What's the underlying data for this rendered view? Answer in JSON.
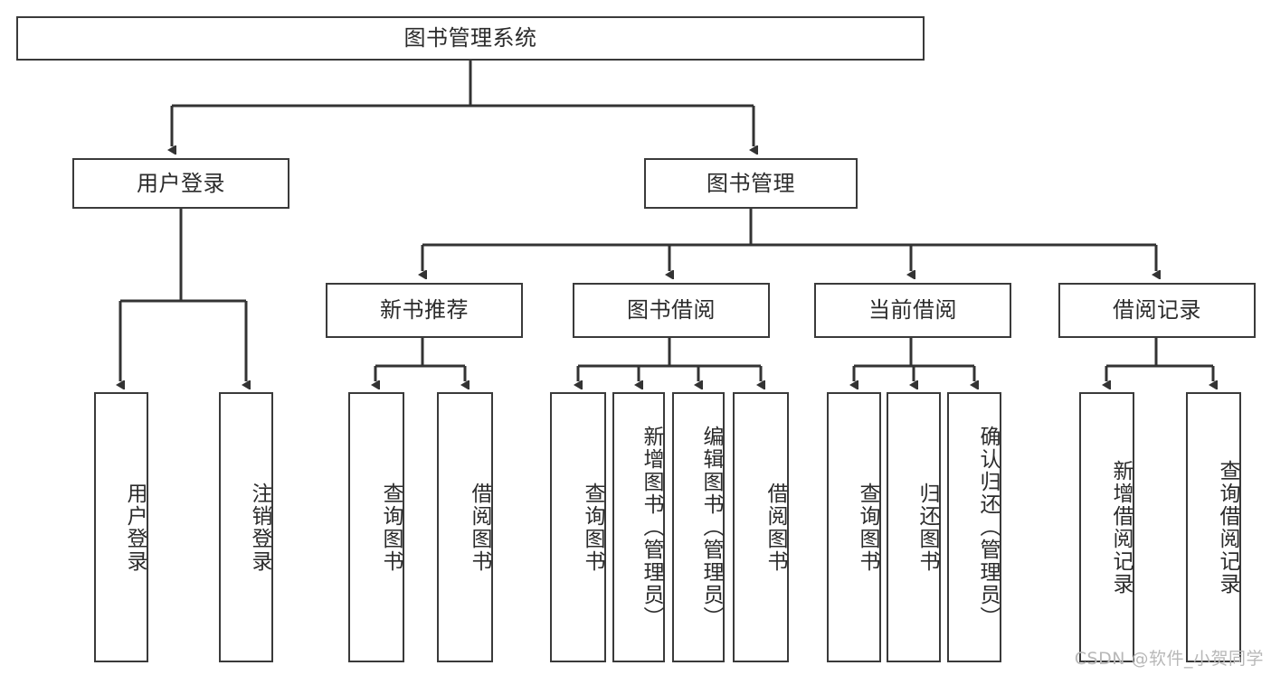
{
  "diagram": {
    "title_node": {
      "label": "图书管理系统"
    },
    "colors": {
      "background": "#ffffff",
      "box_border": "#3a3a3a",
      "box_fill": "#ffffff",
      "text": "#2b2b2b",
      "edge": "#333333",
      "watermark": "#b8b8b8"
    },
    "level2": [
      {
        "label": "用户登录"
      },
      {
        "label": "图书管理"
      }
    ],
    "level3": [
      {
        "label": "新书推荐"
      },
      {
        "label": "图书借阅"
      },
      {
        "label": "当前借阅"
      },
      {
        "label": "借阅记录"
      }
    ],
    "leaves": [
      {
        "label": "用户登录",
        "parent": "用户登录"
      },
      {
        "label": "注销登录",
        "parent": "用户登录"
      },
      {
        "label": "查询图书",
        "parent": "新书推荐"
      },
      {
        "label": "借阅图书",
        "parent": "新书推荐"
      },
      {
        "label": "查询图书",
        "parent": "图书借阅"
      },
      {
        "label": "新增图书（管理员）",
        "parent": "图书借阅"
      },
      {
        "label": "编辑图书（管理员）",
        "parent": "图书借阅"
      },
      {
        "label": "借阅图书",
        "parent": "图书借阅"
      },
      {
        "label": "查询图书",
        "parent": "当前借阅"
      },
      {
        "label": "归还图书",
        "parent": "当前借阅"
      },
      {
        "label": "确认归还（管理员）",
        "parent": "当前借阅"
      },
      {
        "label": "新增借阅记录",
        "parent": "借阅记录"
      },
      {
        "label": "查询借阅记录",
        "parent": "借阅记录"
      }
    ],
    "watermark": "CSDN @软件_小贺同学"
  }
}
